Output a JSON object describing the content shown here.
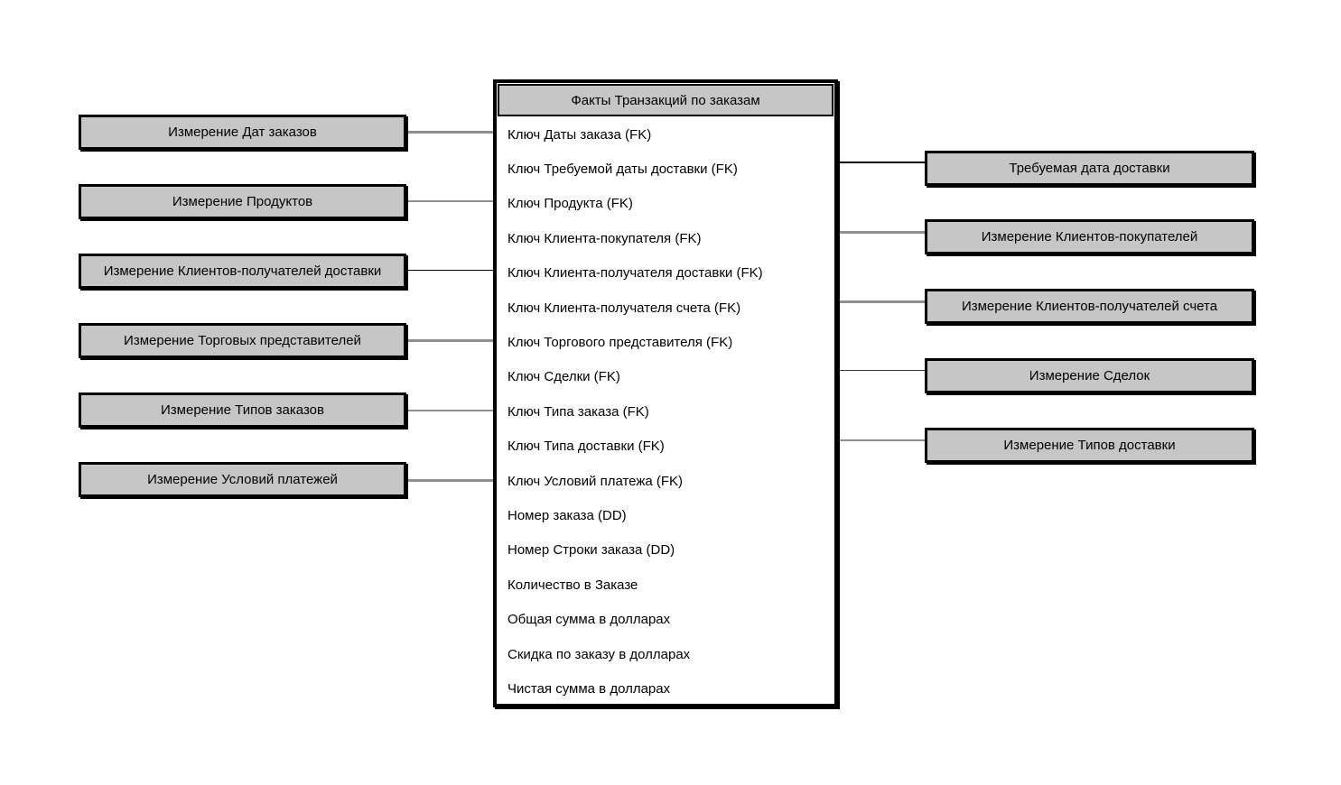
{
  "diagram": {
    "fact_table": {
      "title": "Факты Транзакций по заказам",
      "fields": [
        "Ключ Даты заказа (FK)",
        "Ключ Требуемой даты доставки (FK)",
        "Ключ Продукта (FK)",
        "Ключ Клиента-покупателя (FK)",
        "Ключ Клиента-получателя доставки (FK)",
        "Ключ Клиента-получателя счета (FK)",
        "Ключ Торгового представителя (FK)",
        "Ключ Сделки (FK)",
        "Ключ Типа заказа (FK)",
        "Ключ Типа доставки (FK)",
        "Ключ Условий платежа (FK)",
        "Номер заказа (DD)",
        "Номер Строки заказа (DD)",
        "Количество в Заказе",
        "Общая сумма в долларах",
        "Скидка по заказу в долларах",
        "Чистая сумма в долларах"
      ]
    },
    "left_dimensions": [
      "Измерение Дат заказов",
      "Измерение Продуктов",
      "Измерение Клиентов-получателей доставки",
      "Измерение Торговых представителей",
      "Измерение Типов заказов",
      "Измерение Условий платежей"
    ],
    "right_dimensions": [
      "Требуемая дата доставки",
      "Измерение Клиентов-покупателей",
      "Измерение Клиентов-получателей счета",
      "Измерение Сделок",
      "Измерение Типов доставки"
    ],
    "colors": {
      "box_fill": "#c6c6c6",
      "border": "#000000",
      "connector_gray": "#8f8f8f",
      "connector_black": "#000000"
    }
  }
}
